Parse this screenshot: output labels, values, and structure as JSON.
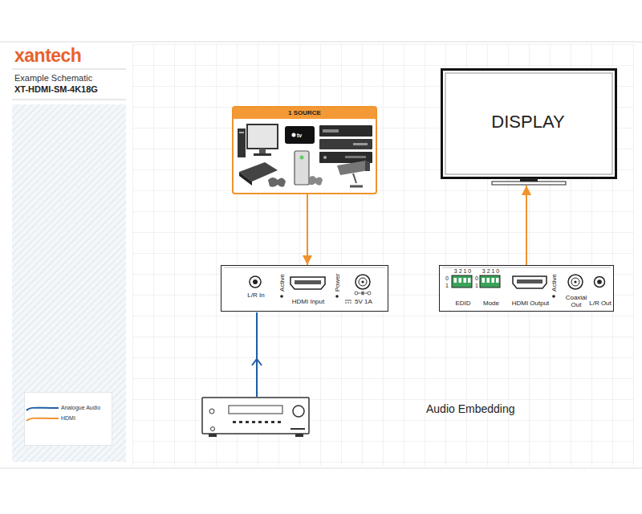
{
  "diagram": {
    "nodes": [
      {
        "text": [
          "1 SOURCE"
        ]
      },
      {
        "text": [
          "DISPLAY"
        ]
      },
      {
        "text": [
          "L/R In",
          "Active",
          "HDMI Input",
          "Power",
          "5V 1A"
        ]
      },
      {
        "text": [
          "3 2 1 0",
          "0",
          "1",
          "EDID",
          "3 2 1 0",
          "0",
          "1",
          "Mode",
          "HDMI Output",
          "Active",
          "Coaxial Out",
          "L/R Out"
        ]
      }
    ],
    "edges": [
      {
        "from": 0,
        "to": 2,
        "arrow": "to"
      },
      {
        "from": 3,
        "to": 1,
        "arrow": "to"
      }
    ],
    "labels": [
      "xantech",
      "Example Schematic",
      "XT-HDMI-SM-4K18G",
      "tv",
      "Audio Embedding"
    ],
    "legend": [
      {
        "text": "Analogue Audio"
      },
      {
        "text": "HDMI"
      }
    ]
  }
}
